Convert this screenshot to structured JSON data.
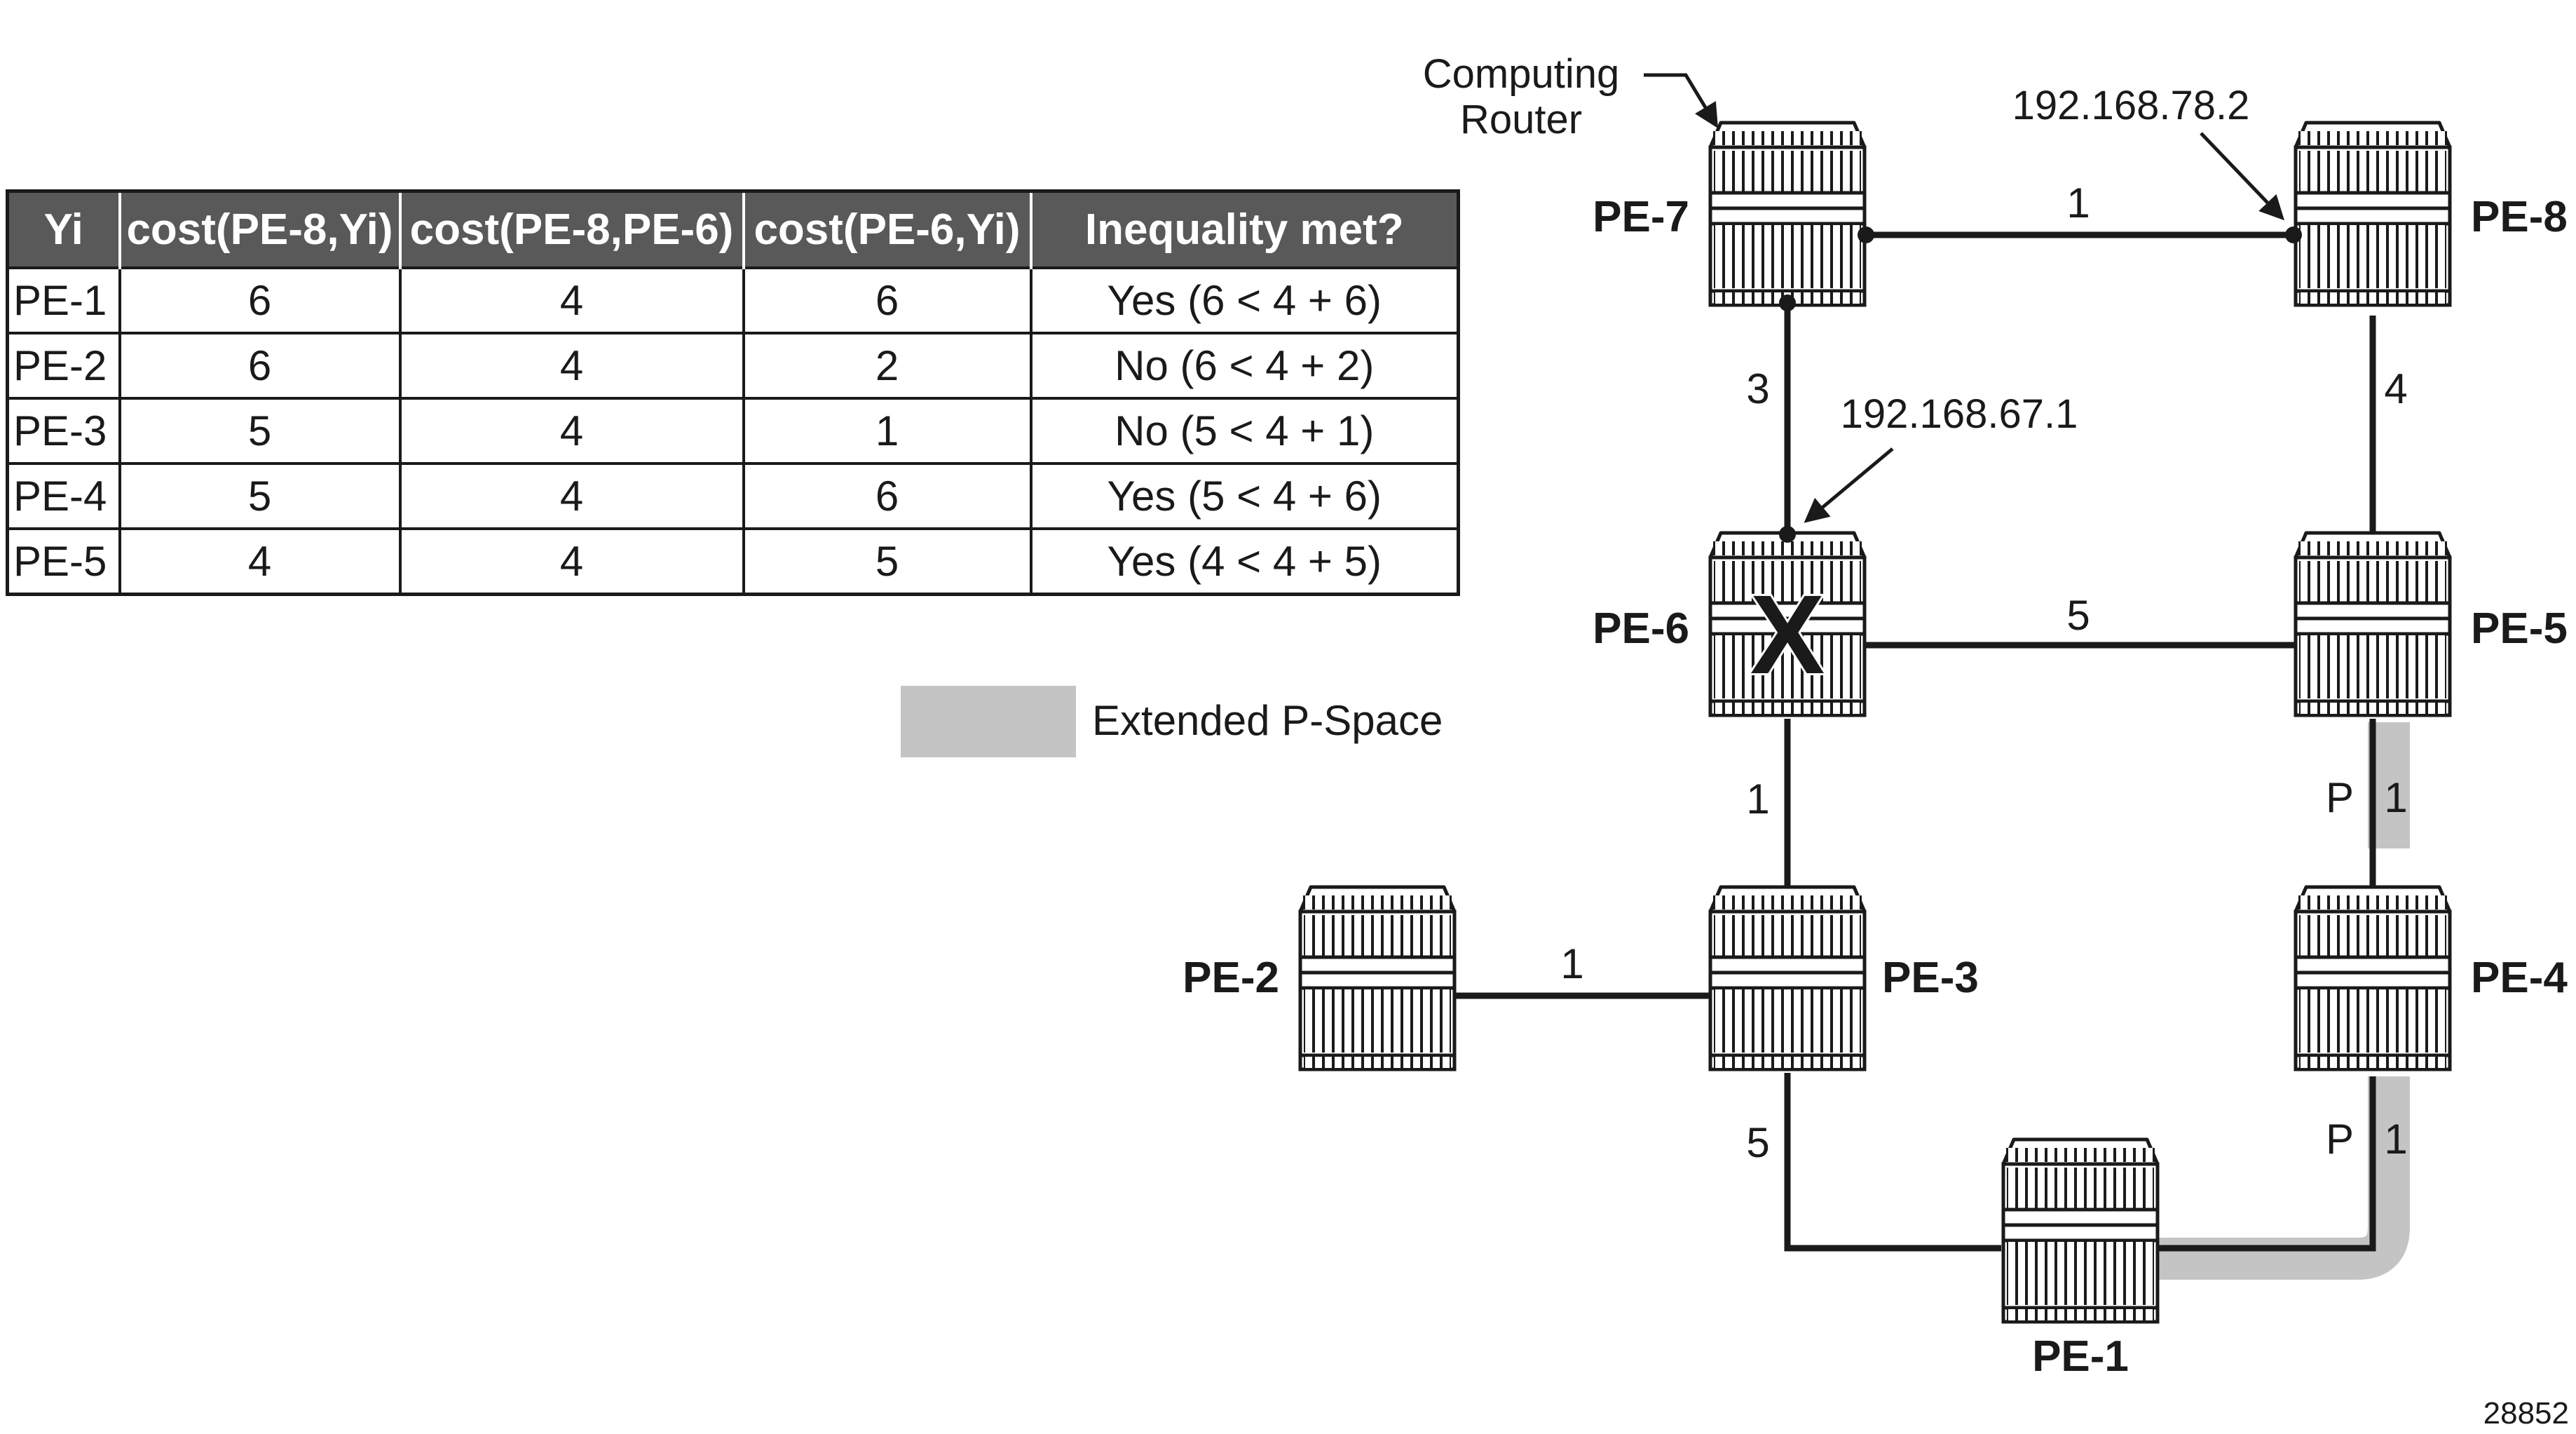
{
  "table": {
    "headers": [
      "Yi",
      "cost(PE-8,Yi)",
      "cost(PE-8,PE-6)",
      "cost(PE-6,Yi)",
      "Inequality met?"
    ],
    "rows": [
      [
        "PE-1",
        "6",
        "4",
        "6",
        "Yes (6 < 4 + 6)"
      ],
      [
        "PE-2",
        "6",
        "4",
        "2",
        "No (6 < 4 + 2)"
      ],
      [
        "PE-3",
        "5",
        "4",
        "1",
        "No (5 < 4 + 1)"
      ],
      [
        "PE-4",
        "5",
        "4",
        "6",
        "Yes (5 < 4 + 6)"
      ],
      [
        "PE-5",
        "4",
        "4",
        "5",
        "Yes (4 < 4 + 5)"
      ]
    ]
  },
  "legend": {
    "label": "Extended P-Space",
    "color": "#c4c4c4"
  },
  "routers": {
    "pe1": "PE-1",
    "pe2": "PE-2",
    "pe3": "PE-3",
    "pe4": "PE-4",
    "pe5": "PE-5",
    "pe6": "PE-6",
    "pe7": "PE-7",
    "pe8": "PE-8"
  },
  "failed_marker": "X",
  "annotations": {
    "computing_router_line1": "Computing",
    "computing_router_line2": "Router",
    "ip_pe8": "192.168.78.2",
    "ip_pe6": "192.168.67.1"
  },
  "links": {
    "pe7_pe8": "1",
    "pe7_pe6": "3",
    "pe8_pe5": "4",
    "pe6_pe5": "5",
    "pe6_pe3": "1",
    "pe2_pe3": "1",
    "pe3_pe1": "5",
    "pe5_pe4": "1",
    "pe4_pe1": "1"
  },
  "p_markers": {
    "pe5_pe4": "P",
    "pe4_pe1": "P"
  },
  "figure_id": "28852"
}
